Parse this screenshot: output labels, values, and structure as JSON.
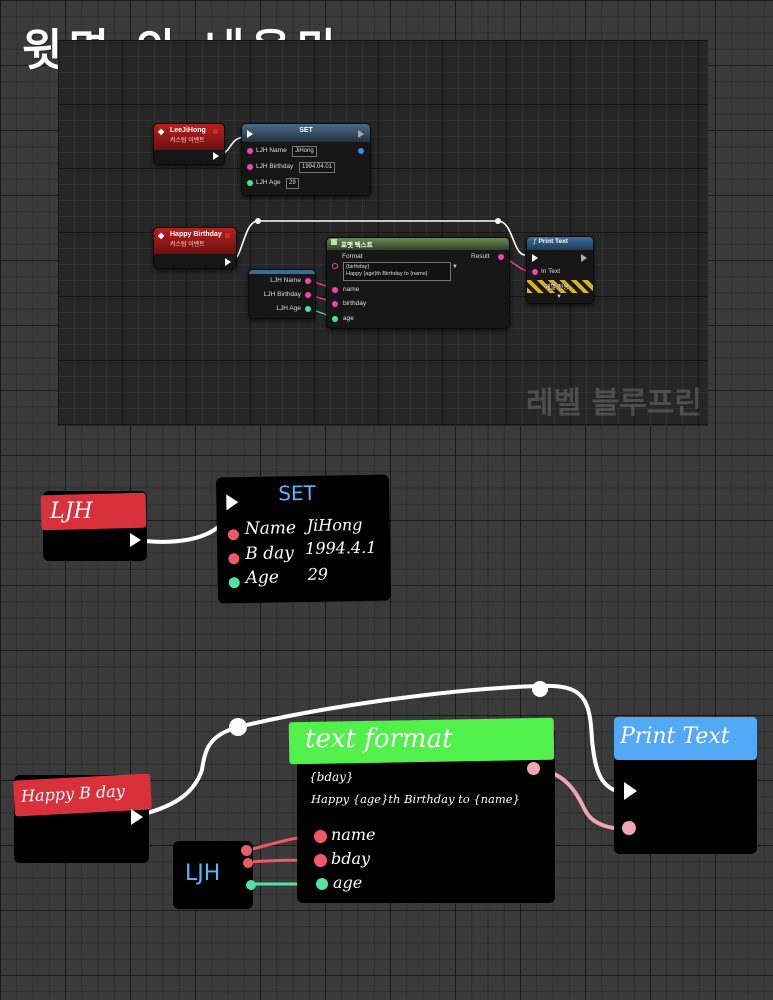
{
  "title": "윗면 안 내용만",
  "screenshot": {
    "watermark": "레벨 블루프린",
    "lee_event": {
      "title": "LeeJiHong",
      "sub": "커스텀 이벤트"
    },
    "set_node": {
      "title": "SET",
      "rows": [
        {
          "label": "LJH Name",
          "value": "JiHong"
        },
        {
          "label": "LJH Birthday",
          "value": "1994.04.01"
        },
        {
          "label": "LJH Age",
          "value": "29"
        }
      ]
    },
    "happy_event": {
      "title": "Happy Birthday",
      "sub": "커스텀 이벤트"
    },
    "ljh_struct": {
      "pins": [
        "LJH Name",
        "LJH Birthday",
        "LJH Age"
      ]
    },
    "format_node": {
      "title": "포맷 텍스트",
      "format_label": "Format",
      "format_line1": "{birthday}",
      "format_line2": "Happy {age}th Birthday to {name}",
      "result_label": "Result",
      "args": [
        "name",
        "birthday",
        "age"
      ]
    },
    "print_node": {
      "title": "Print Text",
      "in_text": "In Text",
      "dev_only": "개발 전용"
    }
  },
  "sketch": {
    "ljh_event": "LJH",
    "set_node": {
      "title": "SET",
      "rows": [
        {
          "label": "Name",
          "value": "JiHong"
        },
        {
          "label": "B day",
          "value": "1994.4.1"
        },
        {
          "label": "Age",
          "value": "29"
        }
      ]
    },
    "happy_event": "Happy B day",
    "format_node": {
      "title": "text format",
      "line1": "{bday}",
      "line2": "Happy {age}th Birthday to {name}",
      "args": [
        "name",
        "bday",
        "age"
      ]
    },
    "ljh_struct": "LJH",
    "print_node": "Print Text"
  },
  "colors": {
    "pink_pin": "#f244b0",
    "mint_pin": "#44e49a",
    "event_red": "#d8313b",
    "format_green": "#52f04a",
    "print_blue": "#52a9f5"
  }
}
